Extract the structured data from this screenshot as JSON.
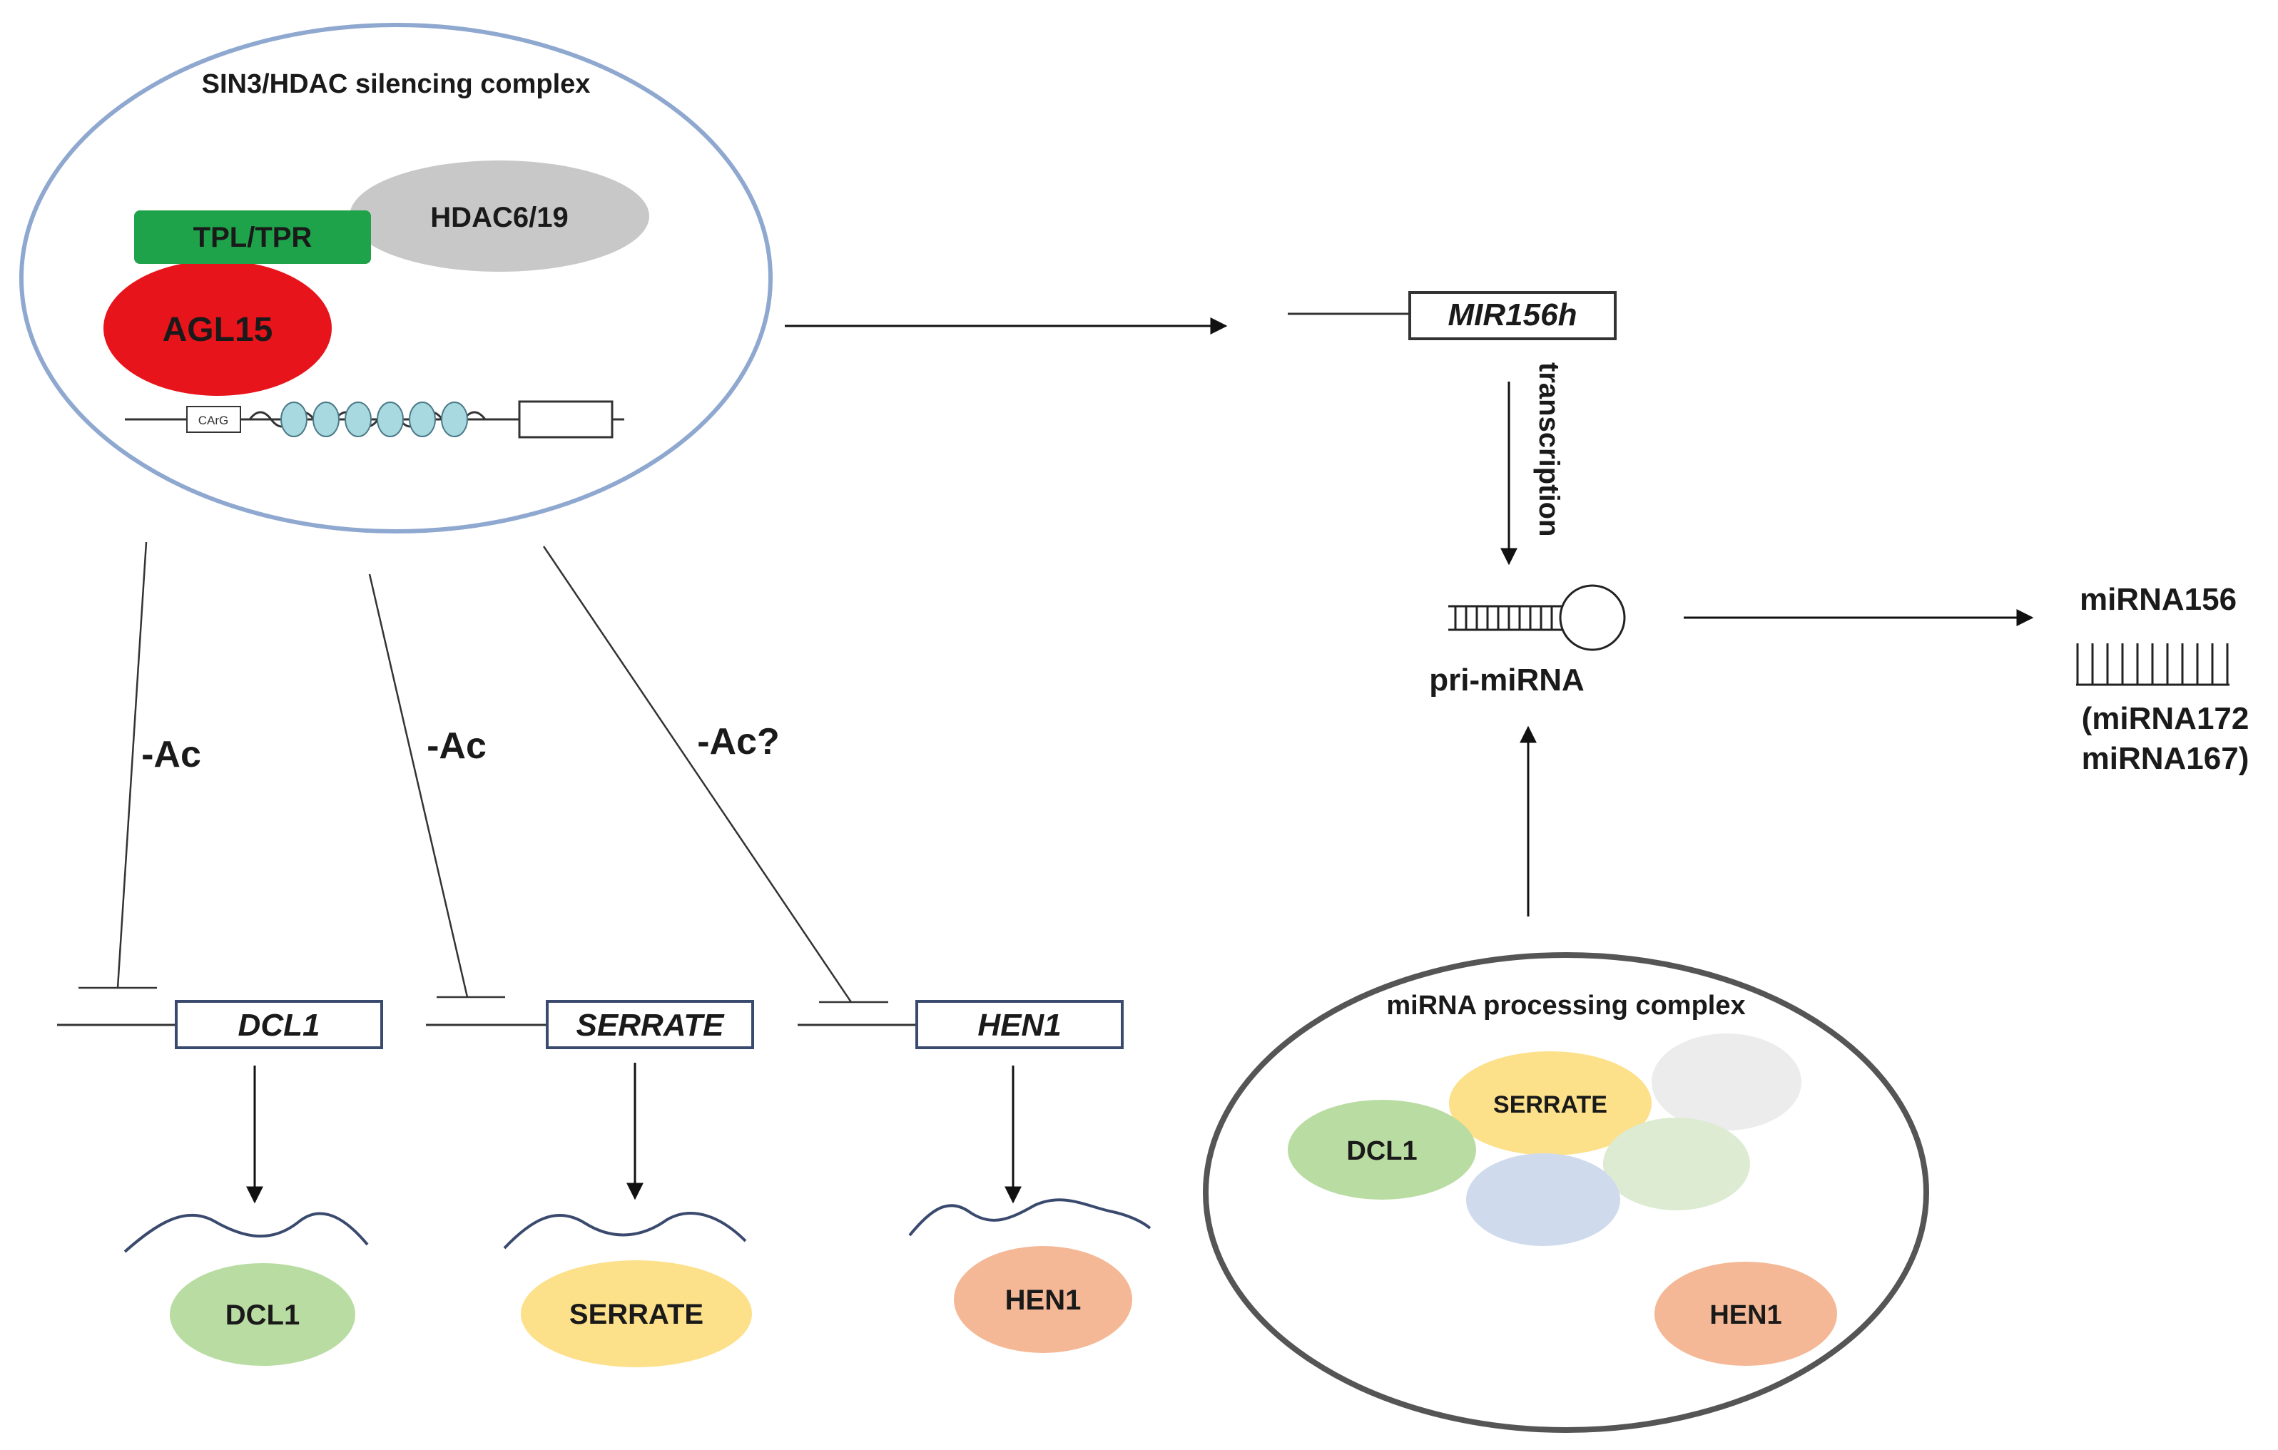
{
  "silencing_complex": {
    "title": "SIN3/HDAC silencing complex",
    "tpl": "TPL/TPR",
    "hdac": "HDAC6/19",
    "agl15": "AGL15",
    "carg": "CArG"
  },
  "mir156h": {
    "gene": "MIR156h",
    "transcription": "transcription",
    "pri_mirna": "pri-miRNA"
  },
  "mirna": {
    "main": "miRNA156",
    "others_line1": "(miRNA172",
    "others_line2": "miRNA167)"
  },
  "repression_labels": {
    "dcl1": "-Ac",
    "serrate": "-Ac",
    "hen1": "-Ac?"
  },
  "genes": {
    "dcl1": "DCL1",
    "serrate": "SERRATE",
    "hen1": "HEN1"
  },
  "proteins": {
    "dcl1": "DCL1",
    "serrate": "SERRATE",
    "hen1": "HEN1"
  },
  "processing_complex": {
    "title": "miRNA processing complex",
    "serrate": "SERRATE",
    "dcl1": "DCL1",
    "hen1": "HEN1"
  },
  "colors": {
    "complex_border": "#8fa8d0",
    "processing_border": "#555555",
    "tpl_green": "#1ea24a",
    "agl15_red": "#e8141b",
    "hdac_grey": "#c8c8c8",
    "dcl1_green": "#b9dca2",
    "serrate_yellow": "#fde08a",
    "hen1_orange": "#f4b896",
    "gene_box_border": "#3a4a6e",
    "nucleosome": "#a8d8e0"
  }
}
